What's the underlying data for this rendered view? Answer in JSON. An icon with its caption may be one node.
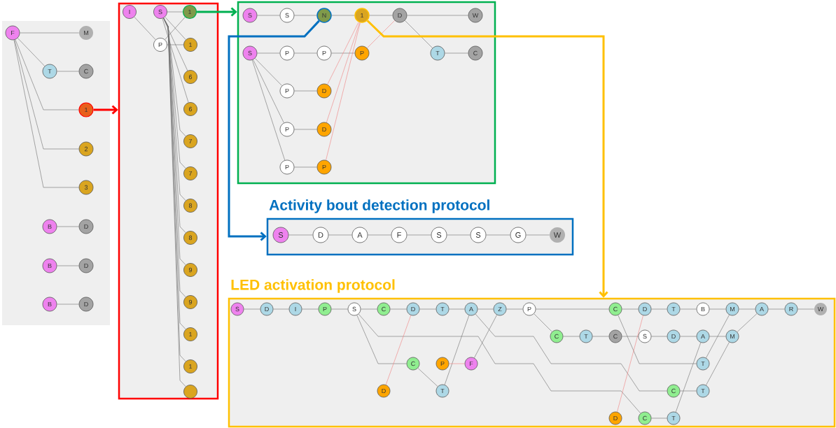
{
  "diagram": {
    "nodes": [
      {
        "text": [],
        "shape": "box"
      },
      {
        "text": [
          "F"
        ],
        "in": 0
      },
      {
        "text": [
          "M"
        ],
        "in": 0
      },
      {
        "text": [
          "T"
        ],
        "in": 0
      },
      {
        "text": [
          "C"
        ],
        "in": 0
      },
      {
        "text": [
          "1"
        ],
        "in": 0
      },
      {
        "text": [
          "2"
        ],
        "in": 0
      },
      {
        "text": [
          "3"
        ],
        "in": 0
      },
      {
        "text": [
          "B"
        ],
        "in": 0
      },
      {
        "text": [
          "D"
        ],
        "in": 0
      },
      {
        "text": [
          "B"
        ],
        "in": 0
      },
      {
        "text": [
          "D"
        ],
        "in": 0
      },
      {
        "text": [
          "B"
        ],
        "in": 0
      },
      {
        "text": [
          "D"
        ],
        "in": 0
      },
      {
        "text": [],
        "shape": "box"
      },
      {
        "text": [
          "I"
        ],
        "in": 14
      },
      {
        "text": [
          "S"
        ],
        "in": 14
      },
      {
        "text": [
          "1"
        ],
        "in": 14
      },
      {
        "text": [
          "P"
        ],
        "in": 14
      },
      {
        "text": [
          "1"
        ],
        "in": 14
      },
      {
        "text": [
          "6"
        ],
        "in": 14
      },
      {
        "text": [
          "6"
        ],
        "in": 14
      },
      {
        "text": [
          "7"
        ],
        "in": 14
      },
      {
        "text": [
          "7"
        ],
        "in": 14
      },
      {
        "text": [
          "8"
        ],
        "in": 14
      },
      {
        "text": [
          "8"
        ],
        "in": 14
      },
      {
        "text": [
          "9"
        ],
        "in": 14
      },
      {
        "text": [
          "9"
        ],
        "in": 14
      },
      {
        "text": [
          "1"
        ],
        "in": 14
      },
      {
        "text": [
          "1"
        ],
        "in": 14
      },
      {
        "text": [],
        "shape": "circle",
        "in": 14
      },
      {
        "text": [],
        "shape": "box"
      },
      {
        "text": [
          "S"
        ],
        "in": 31
      },
      {
        "text": [
          "S"
        ],
        "in": 31
      },
      {
        "text": [
          "N"
        ],
        "in": 31
      },
      {
        "text": [
          "1"
        ],
        "in": 31
      },
      {
        "text": [
          "D"
        ],
        "in": 31
      },
      {
        "text": [
          "W"
        ],
        "in": 31
      },
      {
        "text": [
          "S"
        ],
        "in": 31
      },
      {
        "text": [
          "P"
        ],
        "in": 31
      },
      {
        "text": [
          "P"
        ],
        "in": 31
      },
      {
        "text": [
          "P"
        ],
        "in": 31
      },
      {
        "text": [
          "T"
        ],
        "in": 31
      },
      {
        "text": [
          "C"
        ],
        "in": 31
      },
      {
        "text": [
          "P"
        ],
        "in": 31
      },
      {
        "text": [
          "D"
        ],
        "in": 31
      },
      {
        "text": [
          "P"
        ],
        "in": 31
      },
      {
        "text": [
          "D"
        ],
        "in": 31
      },
      {
        "text": [
          "P"
        ],
        "in": 31
      },
      {
        "text": [
          "P"
        ],
        "in": 31
      },
      {
        "text": [
          "Activity bout detection protocol"
        ]
      },
      {
        "text": [
          "S"
        ],
        "in": 50
      },
      {
        "text": [
          "D"
        ],
        "in": 50
      },
      {
        "text": [
          "A"
        ],
        "in": 50
      },
      {
        "text": [
          "F"
        ],
        "in": 50
      },
      {
        "text": [
          "S"
        ],
        "in": 50
      },
      {
        "text": [
          "S"
        ],
        "in": 50
      },
      {
        "text": [
          "G"
        ],
        "in": 50
      },
      {
        "text": [
          "W"
        ],
        "in": 50
      },
      {
        "text": [
          "LED activation protocol"
        ]
      },
      {
        "text": [
          "S"
        ],
        "in": 59
      },
      {
        "text": [
          "D"
        ],
        "in": 59
      },
      {
        "text": [
          "I"
        ],
        "in": 59
      },
      {
        "text": [
          "P"
        ],
        "in": 59
      },
      {
        "text": [
          "S"
        ],
        "in": 59
      },
      {
        "text": [
          "C"
        ],
        "in": 59
      },
      {
        "text": [
          "D"
        ],
        "in": 59
      },
      {
        "text": [
          "T"
        ],
        "in": 59
      },
      {
        "text": [
          "A"
        ],
        "in": 59
      },
      {
        "text": [
          "Z"
        ],
        "in": 59
      },
      {
        "text": [
          "P"
        ],
        "in": 59
      },
      {
        "text": [
          "C"
        ],
        "in": 59
      },
      {
        "text": [
          "D"
        ],
        "in": 59
      },
      {
        "text": [
          "T"
        ],
        "in": 59
      },
      {
        "text": [
          "B"
        ],
        "in": 59
      },
      {
        "text": [
          "M"
        ],
        "in": 59
      },
      {
        "text": [
          "A"
        ],
        "in": 59
      },
      {
        "text": [
          "R"
        ],
        "in": 59
      },
      {
        "text": [
          "W"
        ],
        "in": 59
      },
      {
        "text": [
          "C"
        ],
        "in": 59
      },
      {
        "text": [
          "T"
        ],
        "in": 59
      },
      {
        "text": [
          "C"
        ],
        "in": 59
      },
      {
        "text": [
          "S"
        ],
        "in": 59
      },
      {
        "text": [
          "D"
        ],
        "in": 59
      },
      {
        "text": [
          "A"
        ],
        "in": 59
      },
      {
        "text": [
          "M"
        ],
        "in": 59
      },
      {
        "text": [
          "C"
        ],
        "in": 59
      },
      {
        "text": [
          "P"
        ],
        "in": 59
      },
      {
        "text": [
          "F"
        ],
        "in": 59
      },
      {
        "text": [
          "T"
        ],
        "in": 59
      },
      {
        "text": [
          "D"
        ],
        "in": 59
      },
      {
        "text": [
          "T"
        ],
        "in": 59
      },
      {
        "text": [
          "C"
        ],
        "in": 59
      },
      {
        "text": [
          "T"
        ],
        "in": 59
      },
      {
        "text": [
          "D"
        ],
        "in": 59
      },
      {
        "text": [
          "C"
        ],
        "in": 59
      },
      {
        "text": [
          "T"
        ],
        "in": 59
      }
    ],
    "edges": [
      {
        "from": 1,
        "to": 2,
        "arrow": "none"
      },
      {
        "from": 1,
        "to": 3,
        "arrow": "none"
      },
      {
        "from": 3,
        "to": 4,
        "arrow": "none"
      },
      {
        "from": 1,
        "to": 5,
        "arrow": "none"
      },
      {
        "from": 1,
        "to": 6,
        "arrow": "none"
      },
      {
        "from": 1,
        "to": 7,
        "arrow": "none"
      },
      {
        "from": 8,
        "to": 9,
        "arrow": "none"
      },
      {
        "from": 10,
        "to": 11,
        "arrow": "none"
      },
      {
        "from": 12,
        "to": 13,
        "arrow": "none"
      },
      {
        "from": 15,
        "to": 18,
        "arrow": "none"
      },
      {
        "from": 16,
        "to": 17,
        "arrow": "none"
      },
      {
        "from": 18,
        "to": 17,
        "arrow": "none"
      },
      {
        "from": 18,
        "to": 19,
        "arrow": "none"
      },
      {
        "from": 16,
        "to": 19,
        "arrow": "none"
      },
      {
        "from": 16,
        "to": 20,
        "arrow": "none"
      },
      {
        "from": 16,
        "to": 21,
        "arrow": "none"
      },
      {
        "from": 16,
        "to": 22,
        "arrow": "none"
      },
      {
        "from": 16,
        "to": 23,
        "arrow": "none"
      },
      {
        "from": 16,
        "to": 24,
        "arrow": "none"
      },
      {
        "from": 16,
        "to": 25,
        "arrow": "none"
      },
      {
        "from": 16,
        "to": 26,
        "arrow": "none"
      },
      {
        "from": 16,
        "to": 27,
        "arrow": "none"
      },
      {
        "from": 16,
        "to": 28,
        "arrow": "none"
      },
      {
        "from": 16,
        "to": 29,
        "arrow": "none"
      },
      {
        "from": 16,
        "to": 30,
        "arrow": "none"
      },
      {
        "from": 32,
        "to": 33,
        "arrow": "none"
      },
      {
        "from": 33,
        "to": 34,
        "arrow": "none"
      },
      {
        "from": 34,
        "to": 35,
        "arrow": "none"
      },
      {
        "from": 35,
        "to": 36,
        "arrow": "none"
      },
      {
        "from": 36,
        "to": 37,
        "arrow": "none"
      },
      {
        "from": 36,
        "to": 42,
        "arrow": "none"
      },
      {
        "from": 42,
        "to": 43,
        "arrow": "none"
      },
      {
        "from": 38,
        "to": 39,
        "arrow": "none"
      },
      {
        "from": 39,
        "to": 40,
        "arrow": "none"
      },
      {
        "from": 40,
        "to": 41,
        "arrow": "none"
      },
      {
        "from": 38,
        "to": 44,
        "arrow": "none"
      },
      {
        "from": 38,
        "to": 46,
        "arrow": "none"
      },
      {
        "from": 38,
        "to": 48,
        "arrow": "none"
      },
      {
        "from": 44,
        "to": 45,
        "arrow": "none"
      },
      {
        "from": 46,
        "to": 47,
        "arrow": "none"
      },
      {
        "from": 48,
        "to": 49,
        "arrow": "none"
      },
      {
        "from": 45,
        "to": 35,
        "arrow": "none",
        "color": "#f08080"
      },
      {
        "from": 47,
        "to": 35,
        "arrow": "none",
        "color": "#f08080"
      },
      {
        "from": 49,
        "to": 35,
        "arrow": "none",
        "color": "#f08080"
      },
      {
        "from": 41,
        "to": 36,
        "arrow": "none",
        "color": "#f08080"
      },
      {
        "from": 51,
        "to": 52,
        "arrow": "none"
      },
      {
        "from": 52,
        "to": 53,
        "arrow": "none"
      },
      {
        "from": 53,
        "to": 54,
        "arrow": "none"
      },
      {
        "from": 54,
        "to": 55,
        "arrow": "none"
      },
      {
        "from": 55,
        "to": 56,
        "arrow": "none"
      },
      {
        "from": 56,
        "to": 57,
        "arrow": "none"
      },
      {
        "from": 57,
        "to": 58,
        "arrow": "none"
      },
      {
        "from": 60,
        "to": 61,
        "arrow": "none"
      },
      {
        "from": 61,
        "to": 62,
        "arrow": "none"
      },
      {
        "from": 62,
        "to": 63,
        "arrow": "none"
      },
      {
        "from": 63,
        "to": 64,
        "arrow": "none"
      },
      {
        "from": 64,
        "to": 65,
        "arrow": "none"
      },
      {
        "from": 65,
        "to": 66,
        "arrow": "none"
      },
      {
        "from": 66,
        "to": 67,
        "arrow": "none"
      },
      {
        "from": 67,
        "to": 68,
        "arrow": "none"
      },
      {
        "from": 68,
        "to": 69,
        "arrow": "none"
      },
      {
        "from": 69,
        "to": 70,
        "arrow": "none"
      },
      {
        "from": 70,
        "to": 71,
        "arrow": "none"
      },
      {
        "from": 71,
        "to": 72,
        "arrow": "none"
      },
      {
        "from": 72,
        "to": 73,
        "arrow": "none"
      },
      {
        "from": 73,
        "to": 74,
        "arrow": "none"
      },
      {
        "from": 74,
        "to": 75,
        "arrow": "none"
      },
      {
        "from": 75,
        "to": 76,
        "arrow": "none"
      },
      {
        "from": 76,
        "to": 77,
        "arrow": "none"
      },
      {
        "from": 77,
        "to": 78,
        "arrow": "none"
      },
      {
        "from": 64,
        "to": 86,
        "arrow": "none"
      },
      {
        "from": 64,
        "to": 95,
        "arrow": "none"
      },
      {
        "from": 68,
        "to": 92,
        "arrow": "none"
      },
      {
        "from": 66,
        "to": 90,
        "arrow": "none",
        "color": "#f08080"
      },
      {
        "from": 86,
        "to": 91,
        "arrow": "none"
      },
      {
        "from": 91,
        "to": 68,
        "arrow": "none"
      },
      {
        "from": 87,
        "to": 88,
        "arrow": "none",
        "color": "#f08080"
      },
      {
        "from": 88,
        "to": 69,
        "arrow": "none"
      },
      {
        "from": 70,
        "to": 79,
        "arrow": "none"
      },
      {
        "from": 79,
        "to": 80,
        "arrow": "none"
      },
      {
        "from": 80,
        "to": 81,
        "arrow": "none"
      },
      {
        "from": 81,
        "to": 82,
        "arrow": "none"
      },
      {
        "from": 82,
        "to": 83,
        "arrow": "none"
      },
      {
        "from": 83,
        "to": 84,
        "arrow": "none"
      },
      {
        "from": 84,
        "to": 85,
        "arrow": "none"
      },
      {
        "from": 71,
        "to": 89,
        "arrow": "none"
      },
      {
        "from": 94,
        "to": 72,
        "arrow": "none",
        "color": "#f08080"
      },
      {
        "from": 89,
        "to": 75,
        "arrow": "none"
      },
      {
        "from": 92,
        "to": 93,
        "arrow": "none"
      },
      {
        "from": 93,
        "to": 85,
        "arrow": "none"
      },
      {
        "from": 95,
        "to": 96,
        "arrow": "none"
      },
      {
        "from": 96,
        "to": 84,
        "arrow": "none"
      },
      {
        "from": 85,
        "to": 76,
        "arrow": "none"
      },
      {
        "from": 5,
        "to": 14,
        "arrow": "to",
        "style": "thick",
        "color": "#ff0000"
      },
      {
        "from": 17,
        "to": 31,
        "arrow": "to",
        "style": "thick",
        "color": "#00b050"
      },
      {
        "from": 34,
        "to": 50,
        "arrow": "to",
        "style": "thick",
        "color": "#0070c0"
      },
      {
        "from": 35,
        "to": 59,
        "arrow": "to",
        "style": "thick",
        "color": "#ffc000"
      }
    ]
  }
}
